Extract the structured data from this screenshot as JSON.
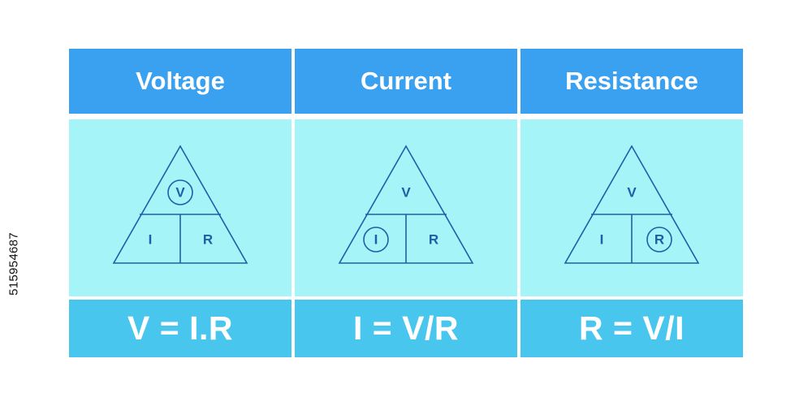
{
  "colors": {
    "header_bg": "#3aa0f0",
    "body_bg": "#a5f4f8",
    "footer_bg": "#48c6ee",
    "triangle_stroke": "#1f5fa8",
    "text_light": "#ffffff"
  },
  "watermark": "515954687",
  "panels": [
    {
      "title": "Voltage",
      "formula": "V = I.R",
      "top": "V",
      "bottom_left": "I",
      "bottom_right": "R",
      "circled": "top"
    },
    {
      "title": "Current",
      "formula": "I = V/R",
      "top": "V",
      "bottom_left": "I",
      "bottom_right": "R",
      "circled": "bottom_left"
    },
    {
      "title": "Resistance",
      "formula": "R = V/I",
      "top": "V",
      "bottom_left": "I",
      "bottom_right": "R",
      "circled": "bottom_right"
    }
  ]
}
